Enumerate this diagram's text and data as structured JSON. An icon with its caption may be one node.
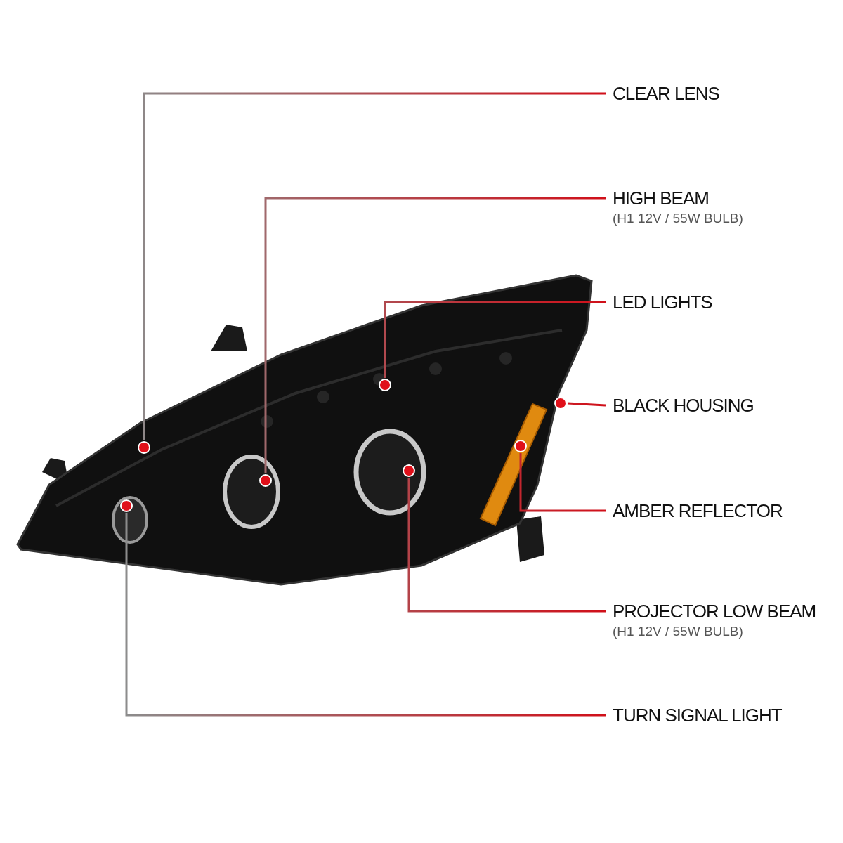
{
  "diagram": {
    "nodes": [
      {
        "text": [
          "CLEAR LENS"
        ]
      },
      {
        "text": [
          "HIGH BEAM",
          "(H1 12V / 55W BULB)"
        ]
      },
      {
        "text": [
          "LED LIGHTS"
        ]
      },
      {
        "text": [
          "BLACK HOUSING"
        ]
      },
      {
        "text": [
          "AMBER REFLECTOR"
        ]
      },
      {
        "text": [
          "PROJECTOR LOW BEAM",
          "(H1 12V / 55W BULB)"
        ]
      },
      {
        "text": [
          "TURN SIGNAL LIGHT"
        ]
      },
      {
        "text": [],
        "shape": "circle"
      },
      {
        "text": [],
        "shape": "circle"
      },
      {
        "text": [],
        "shape": "circle"
      },
      {
        "text": [],
        "shape": "circle"
      },
      {
        "text": [],
        "shape": "circle"
      },
      {
        "text": [],
        "shape": "circle"
      },
      {
        "text": [],
        "shape": "circle"
      }
    ],
    "edges": [
      {
        "from": 0,
        "to": 8,
        "arrow": "none"
      },
      {
        "from": 1,
        "to": 9,
        "arrow": "none"
      },
      {
        "from": 2,
        "to": 10,
        "arrow": "none"
      },
      {
        "from": 3,
        "to": 13,
        "arrow": "none"
      },
      {
        "from": 4,
        "to": 12,
        "arrow": "none"
      },
      {
        "from": 5,
        "to": 11,
        "arrow": "none"
      },
      {
        "from": 6,
        "to": 7,
        "arrow": "none"
      }
    ]
  }
}
